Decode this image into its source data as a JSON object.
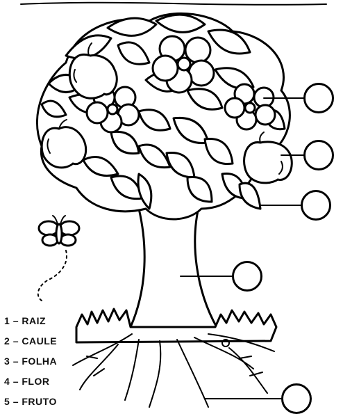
{
  "legend": [
    {
      "number": "1",
      "sep": "–",
      "name": "RAIZ"
    },
    {
      "number": "2",
      "sep": "–",
      "name": "CAULE"
    },
    {
      "number": "3",
      "sep": "–",
      "name": "FOLHA"
    },
    {
      "number": "4",
      "sep": "–",
      "name": "FLOR"
    },
    {
      "number": "5",
      "sep": "–",
      "name": "FRUTO"
    }
  ],
  "answer_circles": [
    {
      "points_to": "flor",
      "value": ""
    },
    {
      "points_to": "fruto",
      "value": ""
    },
    {
      "points_to": "folha",
      "value": ""
    },
    {
      "points_to": "caule",
      "value": ""
    },
    {
      "points_to": "raiz",
      "value": ""
    }
  ],
  "colors": {
    "ink": "#000000",
    "paper": "#ffffff"
  }
}
